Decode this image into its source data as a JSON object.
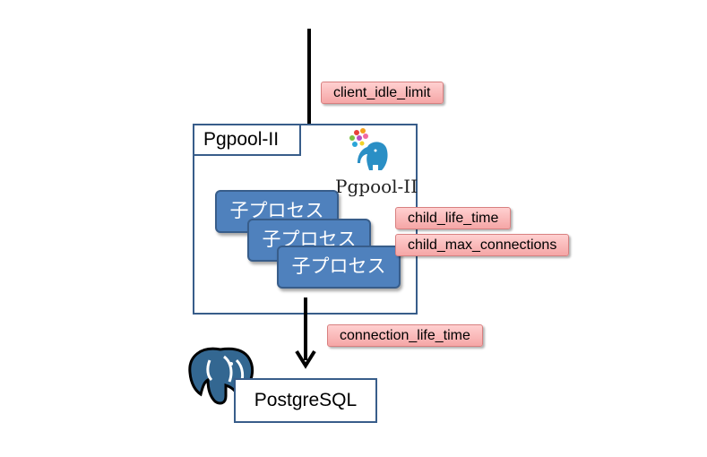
{
  "pgpool": {
    "title": "Pgpool-II",
    "logo_text": "Pgpool-II"
  },
  "child_processes": [
    {
      "label": "子プロセス"
    },
    {
      "label": "子プロセス"
    },
    {
      "label": "子プロセス"
    }
  ],
  "params": {
    "client_idle_limit": "client_idle_limit",
    "child_life_time": "child_life_time",
    "child_max_connections": "child_max_connections",
    "connection_life_time": "connection_life_time"
  },
  "postgres": {
    "label": "PostgreSQL"
  },
  "colors": {
    "box_border": "#385d8a",
    "process_fill": "#4f81bd",
    "param_fill": "#f5a6a6",
    "elephant_blue": "#336791"
  }
}
